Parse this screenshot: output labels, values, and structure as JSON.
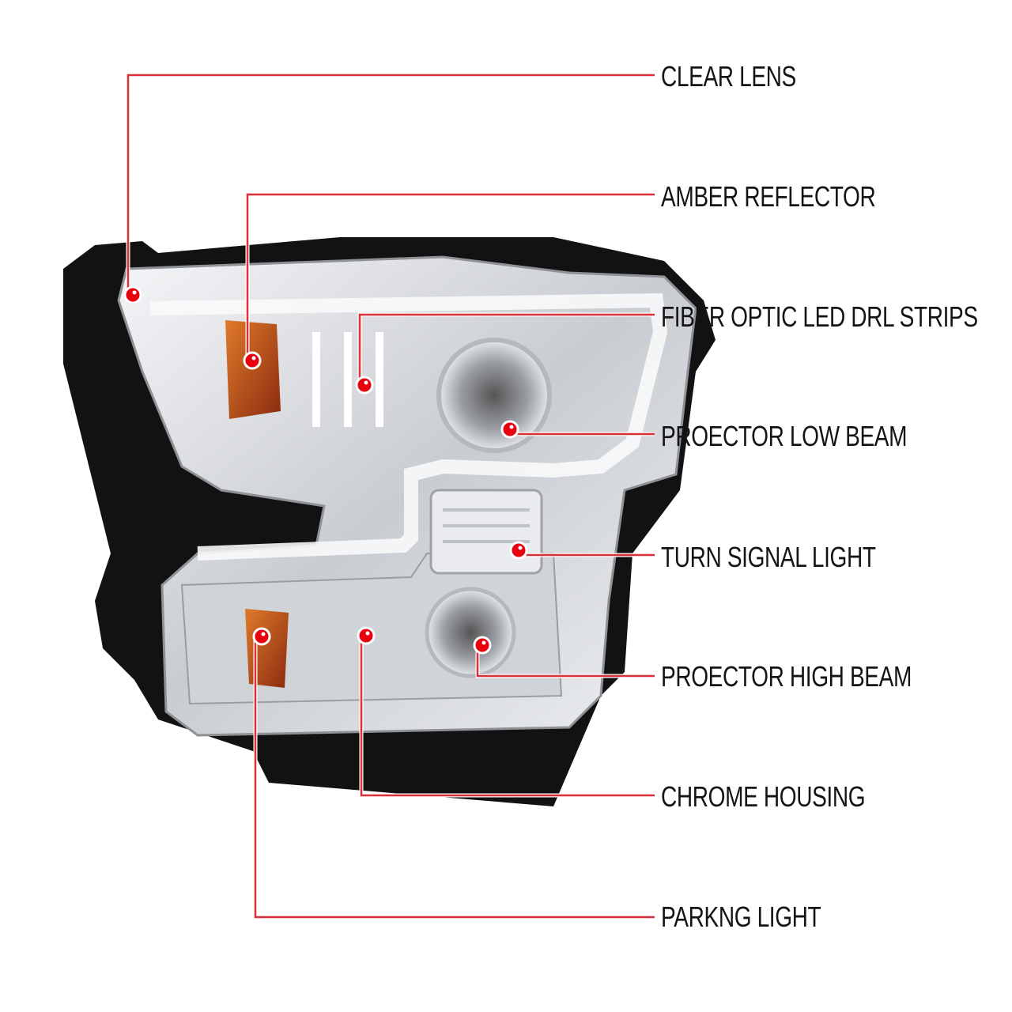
{
  "callouts": [
    {
      "id": "clear-lens",
      "label": "CLEAR LENS"
    },
    {
      "id": "amber-reflector",
      "label": "AMBER REFLECTOR"
    },
    {
      "id": "fiber-optic-led-drl-strips",
      "label": "FIBER OPTIC LED DRL STRIPS"
    },
    {
      "id": "projector-low-beam",
      "label": "PROECTOR LOW BEAM"
    },
    {
      "id": "turn-signal-light",
      "label": "TURN SIGNAL LIGHT"
    },
    {
      "id": "projector-high-beam",
      "label": "PROECTOR HIGH BEAM"
    },
    {
      "id": "chrome-housing",
      "label": "CHROME HOUSING"
    },
    {
      "id": "parking-light",
      "label": "PARKNG LIGHT"
    }
  ],
  "colors": {
    "callout_line": "#d9303a",
    "dot": "#e8000e",
    "label_text": "#141414",
    "housing": "#111111",
    "chrome": "#d8dadd",
    "amber": "#c9561a"
  }
}
